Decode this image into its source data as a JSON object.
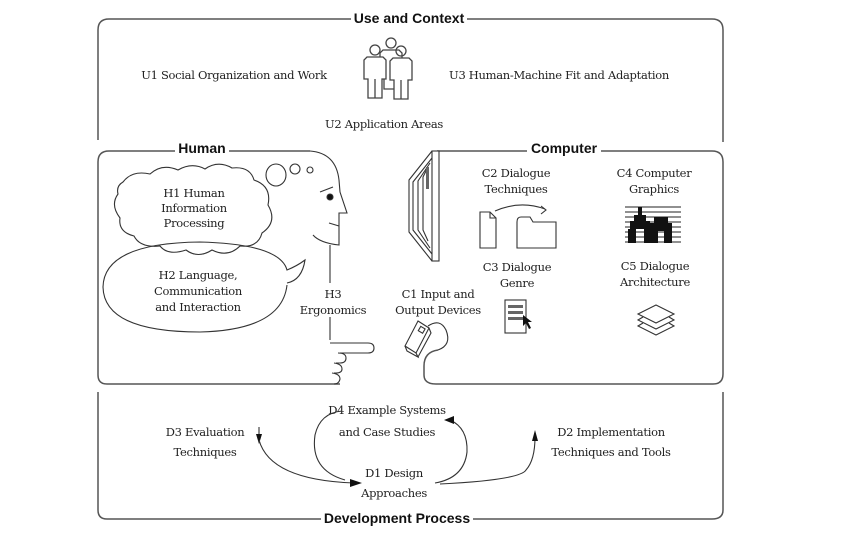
{
  "sections": {
    "use_context": {
      "title": "Use and Context",
      "items": {
        "u1": "U1 Social Organization and Work",
        "u2": "U2 Application Areas",
        "u3": "U3 Human-Machine Fit and Adaptation"
      }
    },
    "human": {
      "title": "Human",
      "items": {
        "h1": [
          "H1 Human",
          "Information",
          "Processing"
        ],
        "h2": [
          "H2 Language,",
          "Communication",
          "and Interaction"
        ],
        "h3": [
          "H3",
          "Ergonomics"
        ]
      }
    },
    "computer": {
      "title": "Computer",
      "items": {
        "c1": [
          "C1 Input and",
          "Output Devices"
        ],
        "c2": [
          "C2 Dialogue",
          "Techniques"
        ],
        "c3": [
          "C3 Dialogue",
          "Genre"
        ],
        "c4": [
          "C4 Computer",
          "Graphics"
        ],
        "c5": [
          "C5 Dialogue",
          "Architecture"
        ]
      }
    },
    "development": {
      "title": "Development Process",
      "items": {
        "d1": [
          "D1 Design",
          "Approaches"
        ],
        "d2": [
          "D2 Implementation",
          "Techniques and Tools"
        ],
        "d3": [
          "D3 Evaluation",
          "Techniques"
        ],
        "d4": [
          "D4 Example Systems",
          "and Case Studies"
        ]
      }
    }
  },
  "icons": {
    "people": "people-group-icon",
    "head": "human-head-profile-icon",
    "hand": "pointing-hand-icon",
    "monitor": "monitor-screen-icon",
    "documents": "document-to-folder-icon",
    "graphics": "computer-graphics-icon",
    "genre": "document-with-cursor-icon",
    "mouse": "mouse-device-icon",
    "layers": "stacked-layers-icon"
  },
  "colors": {
    "frame": "#555555",
    "line": "#333333",
    "text": "#222222",
    "background": "#ffffff"
  }
}
